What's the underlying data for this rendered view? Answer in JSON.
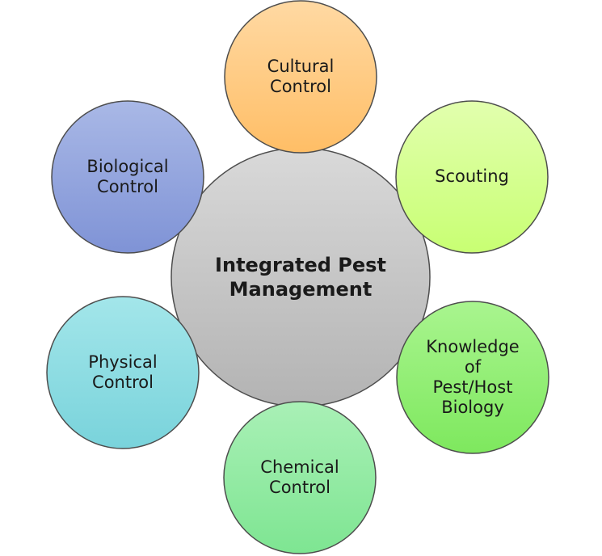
{
  "center": {
    "label": "Integrated Pest\nManagement",
    "color_top": "#d9d9d9",
    "color_bottom": "#b3b3b3"
  },
  "nodes": [
    {
      "id": "cultural",
      "label": "Cultural\nControl",
      "color_top": "#ffd9a3",
      "color_bottom": "#ffbe66"
    },
    {
      "id": "scouting",
      "label": "Scouting",
      "color_top": "#e2ffae",
      "color_bottom": "#c8ff73"
    },
    {
      "id": "knowledge",
      "label": "Knowledge\nof\nPest/Host\nBiology",
      "color_top": "#a9f58f",
      "color_bottom": "#7ee85e"
    },
    {
      "id": "chemical",
      "label": "Chemical\nControl",
      "color_top": "#a9f0b6",
      "color_bottom": "#7ee592"
    },
    {
      "id": "physical",
      "label": "Physical\nControl",
      "color_top": "#a3e6ea",
      "color_bottom": "#79d3db"
    },
    {
      "id": "biological",
      "label": "Biological\nControl",
      "color_top": "#a9b8e6",
      "color_bottom": "#7f93d6"
    }
  ]
}
